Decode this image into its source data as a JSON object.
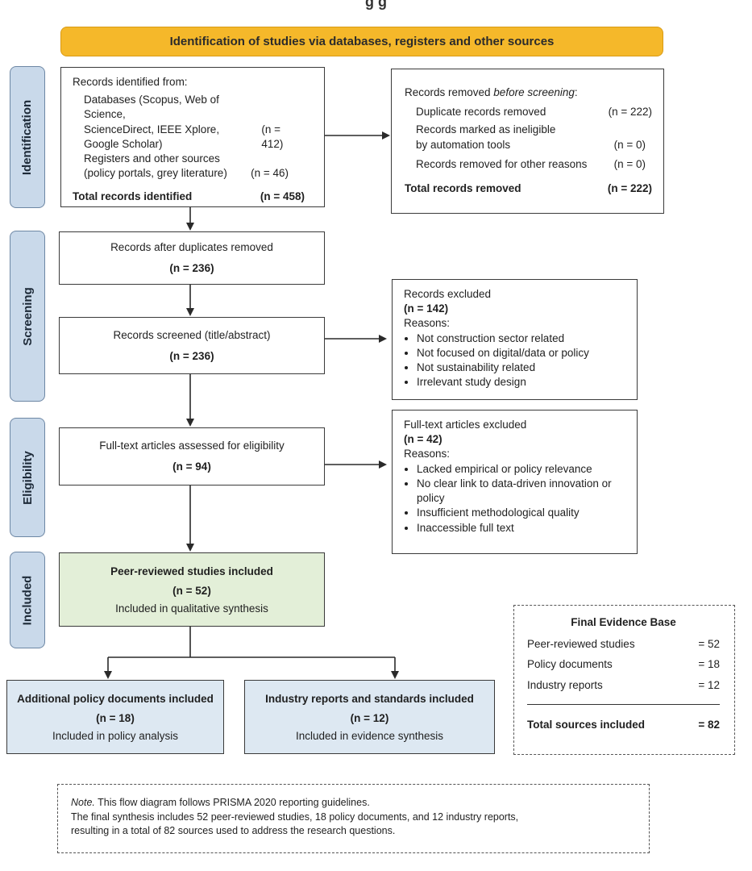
{
  "header": {
    "cut_title": "g                                   g",
    "banner": "Identification of studies via databases, registers and other sources"
  },
  "phases": [
    "Identification",
    "Screening",
    "Eligibility",
    "Included"
  ],
  "identification": {
    "intro": "Records identified from:",
    "databases_lines": [
      "Databases (Scopus, Web of Science,",
      "ScienceDirect, IEEE Xplore,",
      "Google Scholar)"
    ],
    "databases_n": "(n = 412)",
    "registers_lines": [
      "Registers and other sources",
      "(policy portals, grey literature)"
    ],
    "registers_n": "(n = 46)",
    "total_label": "Total records identified",
    "total_n": "(n = 458)"
  },
  "removed": {
    "intro_prefix": "Records removed ",
    "intro_em": "before screening",
    "intro_suffix": ":",
    "duplicates_label": "Duplicate records removed",
    "duplicates_n": "(n = 222)",
    "ineligible_lines": [
      "Records marked as ineligible",
      "by automation tools"
    ],
    "ineligible_n": "(n = 0)",
    "other_label": "Records removed for other reasons",
    "other_n": "(n = 0)",
    "total_label": "Total records removed",
    "total_n": "(n = 222)"
  },
  "after_duplicates": {
    "label": "Records after duplicates removed",
    "n": "(n = 236)"
  },
  "screened": {
    "label": "Records screened (title/abstract)",
    "n": "(n = 236)"
  },
  "excluded": {
    "label": "Records excluded",
    "n": "(n = 142)",
    "reasons_label": "Reasons:",
    "reasons": [
      "Not construction sector related",
      "Not focused on digital/data or policy",
      "Not sustainability related",
      "Irrelevant study design"
    ]
  },
  "fulltext": {
    "label": "Full-text articles assessed for eligibility",
    "n": "(n = 94)"
  },
  "fulltext_excluded": {
    "label": "Full-text articles excluded",
    "n": "(n = 42)",
    "reasons_label": "Reasons:",
    "reasons": [
      "Lacked empirical or policy relevance",
      "No clear link to data-driven innovation or policy",
      "Insufficient methodological quality",
      "Inaccessible full text"
    ]
  },
  "included": {
    "label": "Peer-reviewed studies included",
    "n": "(n = 52)",
    "note": "Included in qualitative synthesis"
  },
  "policy": {
    "label": "Additional policy documents included",
    "n": "(n = 18)",
    "note": "Included in policy analysis"
  },
  "industry": {
    "label": "Industry reports and standards included",
    "n": "(n = 12)",
    "note": "Included in evidence synthesis"
  },
  "evidence_base": {
    "title": "Final Evidence Base",
    "rows": [
      {
        "label": "Peer-reviewed studies",
        "value": "= 52"
      },
      {
        "label": "Policy documents",
        "value": "= 18"
      },
      {
        "label": "Industry reports",
        "value": "= 12"
      }
    ],
    "total_label": "Total sources included",
    "total_value": "= 82"
  },
  "note": {
    "label": "Note.",
    "line1": " This flow diagram follows PRISMA 2020 reporting guidelines.",
    "line2": "The final synthesis includes 52 peer-reviewed studies, 18 policy documents, and 12 industry reports,",
    "line3": "resulting in a total of 82 sources used to address the research questions."
  },
  "colors": {
    "banner": "#f5b82a",
    "phase": "#c9d9ea",
    "included": "#e3efd8",
    "supplementary": "#dde8f2"
  }
}
